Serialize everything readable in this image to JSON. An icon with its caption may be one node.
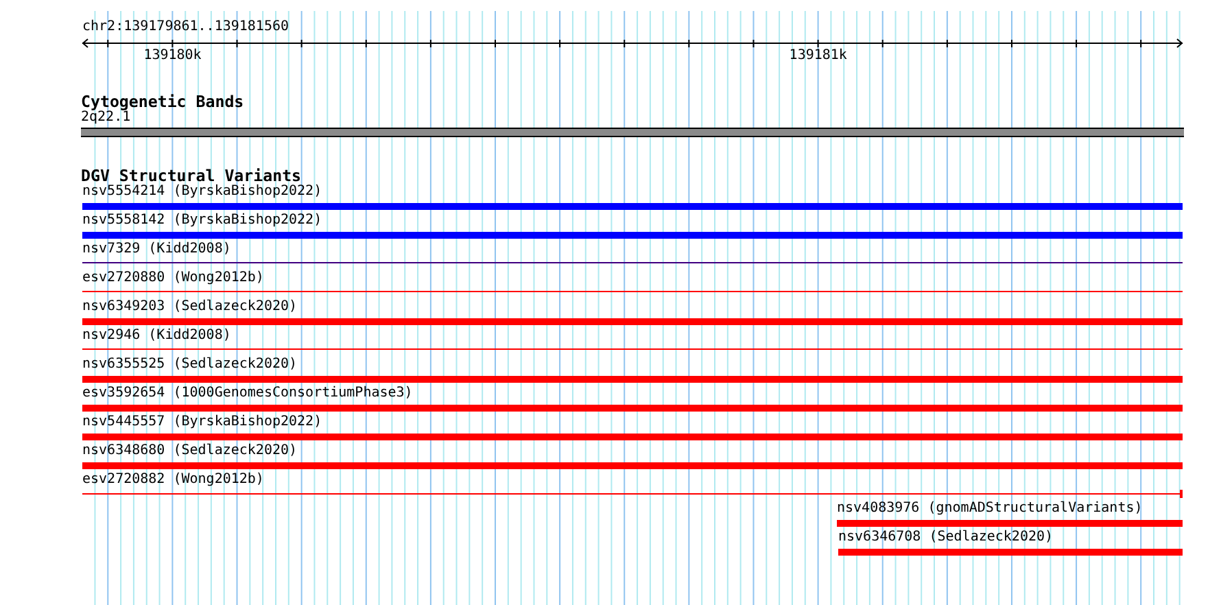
{
  "diagram": {
    "nodes": [
      {
        "text": [
          "2q22.1"
        ]
      },
      {
        "text": [
          "nsv5554214 (ByrskaBishop2022)"
        ]
      },
      {
        "text": [
          "nsv5558142 (ByrskaBishop2022)"
        ]
      },
      {
        "text": [
          "nsv7329 (Kidd2008)"
        ]
      },
      {
        "text": [
          "esv2720880 (Wong2012b)"
        ]
      },
      {
        "text": [
          "nsv6349203 (Sedlazeck2020)"
        ]
      },
      {
        "text": [
          "nsv2946 (Kidd2008)"
        ]
      },
      {
        "text": [
          "nsv6355525 (Sedlazeck2020)"
        ]
      },
      {
        "text": [
          "esv3592654 (1000GenomesConsortiumPhase3)"
        ]
      },
      {
        "text": [
          "nsv5445557 (ByrskaBishop2022)"
        ]
      },
      {
        "text": [
          "nsv6348680 (Sedlazeck2020)"
        ]
      },
      {
        "text": [
          "esv2720882 (Wong2012b)"
        ]
      },
      {
        "text": [
          "nsv4083976 (gnomADStructuralVariants)"
        ]
      },
      {
        "text": [
          "nsv6346708 (Sedlazeck2020)"
        ]
      }
    ],
    "labels": [
      "chr2:139179861..139181560",
      "139180k",
      "139181k",
      "Cytogenetic Bands",
      "DGV Structural Variants"
    ]
  }
}
